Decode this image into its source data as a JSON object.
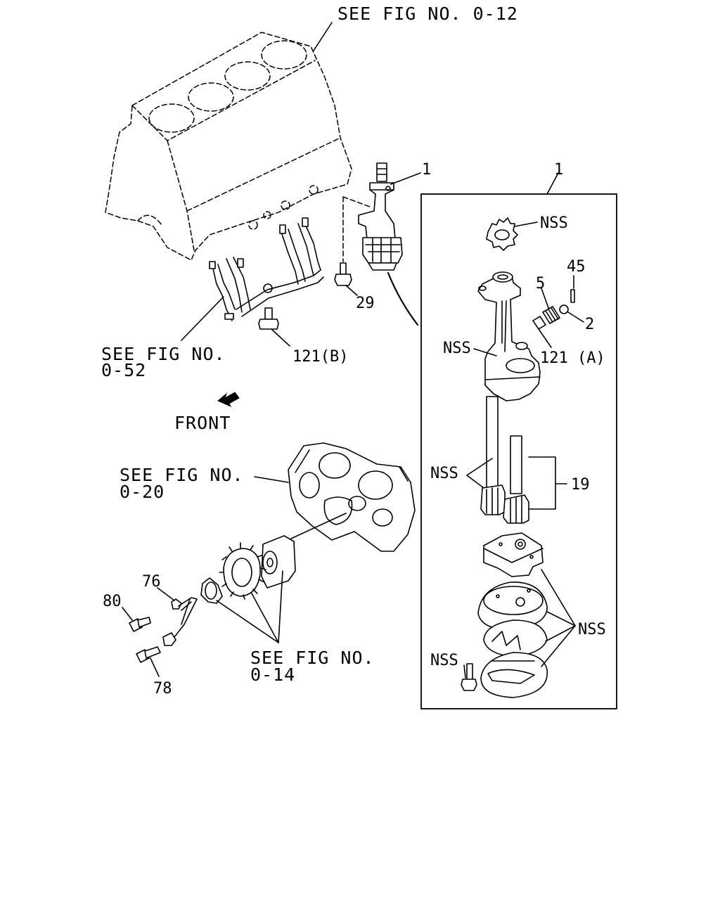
{
  "refs": {
    "fig_0_12": "SEE FIG NO. 0-12",
    "fig_0_52_line1": "SEE FIG NO.",
    "fig_0_52_line2": "0-52",
    "fig_0_20_line1": "SEE FIG NO.",
    "fig_0_20_line2": "0-20",
    "fig_0_14_line1": "SEE FIG NO.",
    "fig_0_14_line2": "0-14",
    "front": "FRONT"
  },
  "callouts": {
    "pump_assembly": "1",
    "detail_box": "1",
    "bolt_29": "29",
    "fitting_121b": "121(B)",
    "fitting_121a": "121 (A)",
    "spring_5": "5",
    "pin_45": "45",
    "plug_2": "2",
    "shafts_19": "19",
    "drive_gear": "NSS",
    "pump_body": "NSS",
    "shaft_gear": "NSS",
    "cover_parts": "NSS",
    "cover_bolt": "NSS",
    "bracket_76": "76",
    "bolt_80": "80",
    "bolt_78": "78"
  }
}
